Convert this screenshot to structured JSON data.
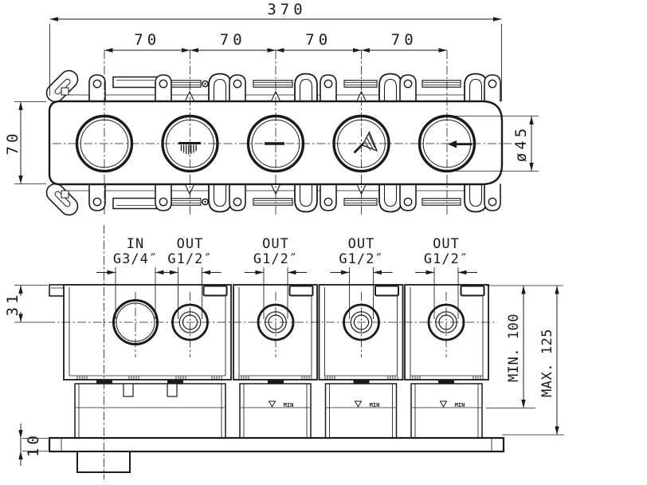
{
  "top_view": {
    "dim_overall": "370",
    "dim_spacing": [
      "70",
      "70",
      "70",
      "70"
    ],
    "dim_plate_height": "70",
    "dim_knob_diameter": "ø45"
  },
  "bottom_view": {
    "ports": [
      {
        "flow": "IN",
        "thread": "G3/4″"
      },
      {
        "flow": "OUT",
        "thread": "G1/2″"
      },
      {
        "flow": "OUT",
        "thread": "G1/2″"
      },
      {
        "flow": "OUT",
        "thread": "G1/2″"
      },
      {
        "flow": "OUT",
        "thread": "G1/2″"
      }
    ],
    "dim_inlet_depth": "31",
    "dim_min_depth": "MIN. 100",
    "dim_max_depth": "MAX. 125",
    "dim_plate_thickness": "10",
    "min_level_label": "MIN"
  }
}
